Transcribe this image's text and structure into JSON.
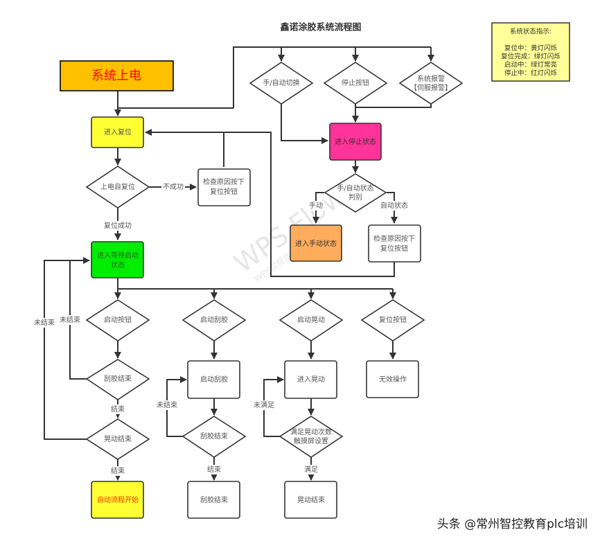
{
  "title": "鑫诺涂胶系统流程图",
  "legend": {
    "heading": "系统状态指示:",
    "lines": [
      "复位中：黄灯闪烁",
      "复位完成：绿灯闪烁",
      "启动中：绿灯常亮",
      "停止中：红灯闪烁"
    ],
    "bg_color": "#ffff99"
  },
  "watermark": {
    "big": "WPS Flow",
    "small": "WPS仅提供作图能力"
  },
  "footer": "头条 @常州智控教育plc培训",
  "nodes": {
    "power_on": {
      "label": "系统上电",
      "color": "#ffc000"
    },
    "reset": {
      "label": "进入复位",
      "color": "#ffff33"
    },
    "power_reset": {
      "label": "上电自复位"
    },
    "check_reset_1": {
      "line1": "检查原因按下",
      "line2": "复位按钮"
    },
    "manual_auto_switch": {
      "label": "手/自动切换"
    },
    "stop_button": {
      "label": "停止按钮"
    },
    "system_alarm": {
      "line1": "系统报警",
      "line2": "【伺服报警】"
    },
    "stop_state": {
      "label": "进入停止状态",
      "color": "#ff3399"
    },
    "mode_judge": {
      "line1": "手/自动状态",
      "line2": "判别"
    },
    "manual_state": {
      "label": "进入手动状态",
      "color": "#ffad5c"
    },
    "check_reset_2": {
      "line1": "检查原因按下",
      "line2": "复位按钮"
    },
    "wait_start": {
      "line1": "进入等待启动",
      "line2": "状态",
      "color": "#00ee00"
    },
    "start_button": {
      "label": "启动按钮"
    },
    "glue_end_1": {
      "label": "刮胶结束"
    },
    "shake_end_1": {
      "label": "晃动结束"
    },
    "auto_start": {
      "label": "自动流程开始",
      "color": "#ffff33",
      "text_color": "#ff3300"
    },
    "start_glue_dec": {
      "label": "启动刮胶"
    },
    "start_glue_box": {
      "label": "启动刮胶"
    },
    "glue_end_2": {
      "label": "刮胶结束"
    },
    "glue_done": {
      "label": "刮胶结束"
    },
    "start_shake_dec": {
      "label": "启动晃动"
    },
    "enter_shake": {
      "label": "进入晃动"
    },
    "shake_count": {
      "line1": "满足晃动次数",
      "line2": "触摸屏设置"
    },
    "shake_done": {
      "label": "晃动结束"
    },
    "reset_button": {
      "label": "复位按钮"
    },
    "invalid_op": {
      "label": "无效操作"
    }
  },
  "edge_labels": {
    "fail": "不成功",
    "reset_ok": "复位成功",
    "manual": "手动",
    "auto": "自动状态",
    "not_end_outer": "未结束",
    "not_end_inner": "未结束",
    "end_1": "结束",
    "end_2": "结束",
    "not_end_glue": "未结束",
    "end_glue": "结束",
    "not_met": "未满足",
    "met": "满足"
  }
}
